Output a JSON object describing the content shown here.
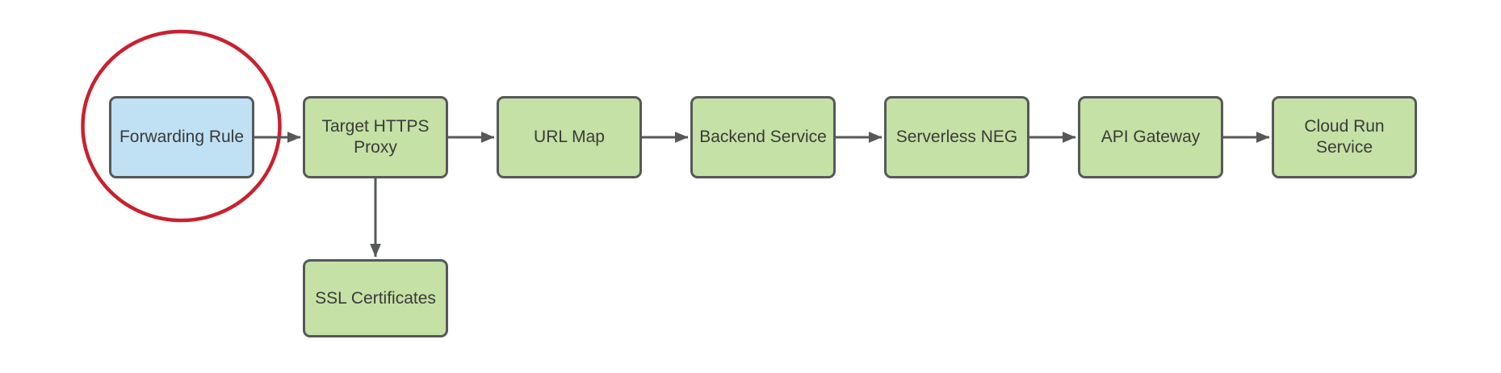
{
  "diagram": {
    "type": "flowchart",
    "nodes": [
      {
        "id": "forwarding-rule",
        "label": "Forwarding Rule",
        "fill": "#bfe1f3",
        "highlighted": true
      },
      {
        "id": "target-https-proxy",
        "label": "Target HTTPS\nProxy",
        "fill": "#c5e1a5",
        "highlighted": false
      },
      {
        "id": "url-map",
        "label": "URL Map",
        "fill": "#c5e1a5",
        "highlighted": false
      },
      {
        "id": "backend-service",
        "label": "Backend Service",
        "fill": "#c5e1a5",
        "highlighted": false
      },
      {
        "id": "serverless-neg",
        "label": "Serverless NEG",
        "fill": "#c5e1a5",
        "highlighted": false
      },
      {
        "id": "api-gateway",
        "label": "API Gateway",
        "fill": "#c5e1a5",
        "highlighted": false
      },
      {
        "id": "cloud-run-service",
        "label": "Cloud Run\nService",
        "fill": "#c5e1a5",
        "highlighted": false
      },
      {
        "id": "ssl-certificates",
        "label": "SSL Certificates",
        "fill": "#c5e1a5",
        "highlighted": false
      }
    ],
    "edges": [
      {
        "from": "Forwarding Rule",
        "to": "Target HTTPS Proxy",
        "direction": "right"
      },
      {
        "from": "Target HTTPS Proxy",
        "to": "URL Map",
        "direction": "right"
      },
      {
        "from": "URL Map",
        "to": "Backend Service",
        "direction": "right"
      },
      {
        "from": "Backend Service",
        "to": "Serverless NEG",
        "direction": "right"
      },
      {
        "from": "Serverless NEG",
        "to": "API Gateway",
        "direction": "right"
      },
      {
        "from": "API Gateway",
        "to": "Cloud Run Service",
        "direction": "right"
      },
      {
        "from": "Target HTTPS Proxy",
        "to": "SSL Certificates",
        "direction": "down"
      }
    ],
    "annotation": {
      "type": "ellipse-highlight",
      "around": "Forwarding Rule",
      "color": "#c9212f"
    },
    "colors": {
      "node_green": "#c5e1a5",
      "node_blue": "#bfe1f3",
      "border": "#56585a",
      "arrow": "#56585a",
      "highlight_red": "#c9212f",
      "text": "#3a3a3a",
      "background": "#ffffff"
    }
  }
}
